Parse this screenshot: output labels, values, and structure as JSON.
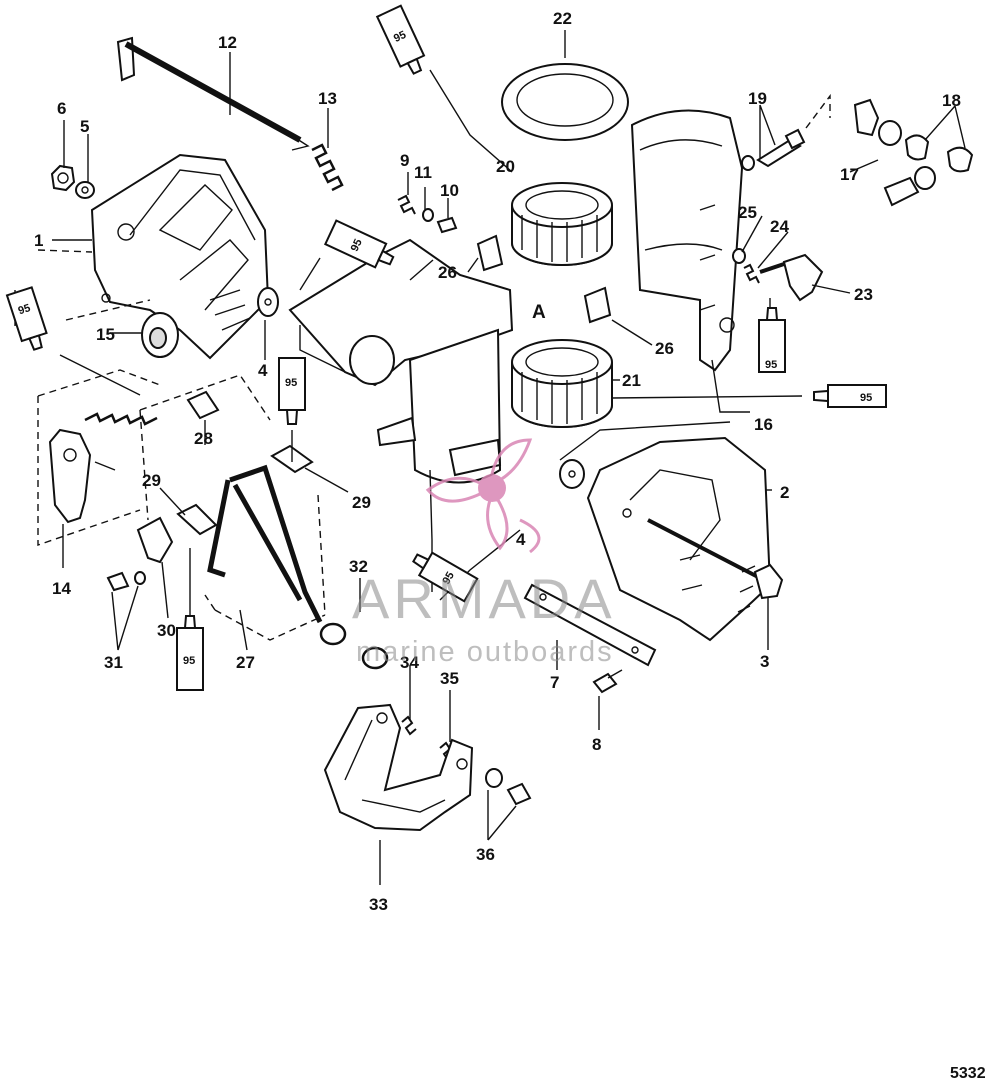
{
  "diagram": {
    "callouts": [
      {
        "id": "c1",
        "text": "1"
      },
      {
        "id": "c2",
        "text": "2"
      },
      {
        "id": "c3",
        "text": "3"
      },
      {
        "id": "c4a",
        "text": "4"
      },
      {
        "id": "c4b",
        "text": "4"
      },
      {
        "id": "c4c",
        "text": "4"
      },
      {
        "id": "c5",
        "text": "5"
      },
      {
        "id": "c6",
        "text": "6"
      },
      {
        "id": "c7",
        "text": "7"
      },
      {
        "id": "c8",
        "text": "8"
      },
      {
        "id": "c9",
        "text": "9"
      },
      {
        "id": "c10",
        "text": "10"
      },
      {
        "id": "c11",
        "text": "11"
      },
      {
        "id": "c12",
        "text": "12"
      },
      {
        "id": "c13",
        "text": "13"
      },
      {
        "id": "c14",
        "text": "14"
      },
      {
        "id": "c15",
        "text": "15"
      },
      {
        "id": "c16",
        "text": "16"
      },
      {
        "id": "c17",
        "text": "17"
      },
      {
        "id": "c18",
        "text": "18"
      },
      {
        "id": "c19",
        "text": "19"
      },
      {
        "id": "c20",
        "text": "20"
      },
      {
        "id": "c21",
        "text": "21"
      },
      {
        "id": "c22",
        "text": "22"
      },
      {
        "id": "c23",
        "text": "23"
      },
      {
        "id": "c24",
        "text": "24"
      },
      {
        "id": "c25",
        "text": "25"
      },
      {
        "id": "c26a",
        "text": "26"
      },
      {
        "id": "c26b",
        "text": "26"
      },
      {
        "id": "c27",
        "text": "27"
      },
      {
        "id": "c28",
        "text": "28"
      },
      {
        "id": "c29a",
        "text": "29"
      },
      {
        "id": "c29b",
        "text": "29"
      },
      {
        "id": "c30",
        "text": "30"
      },
      {
        "id": "c31",
        "text": "31"
      },
      {
        "id": "c32",
        "text": "32"
      },
      {
        "id": "c33",
        "text": "33"
      },
      {
        "id": "c34",
        "text": "34"
      },
      {
        "id": "c35",
        "text": "35"
      },
      {
        "id": "c36",
        "text": "36"
      },
      {
        "id": "cA",
        "text": "A"
      }
    ],
    "lubricant_tubes": [
      {
        "id": "t1",
        "text": "95"
      },
      {
        "id": "t2",
        "text": "95"
      },
      {
        "id": "t3",
        "text": "95"
      },
      {
        "id": "t4",
        "text": "95"
      },
      {
        "id": "t5",
        "text": "95"
      },
      {
        "id": "t6",
        "text": "95"
      },
      {
        "id": "t7",
        "text": "95"
      },
      {
        "id": "t8",
        "text": "95"
      },
      {
        "id": "t9",
        "text": "95"
      }
    ],
    "figure_number": "5332"
  },
  "watermark": {
    "brand": "ARMADA",
    "tagline": "marine outboards",
    "color": "#d986b4"
  }
}
